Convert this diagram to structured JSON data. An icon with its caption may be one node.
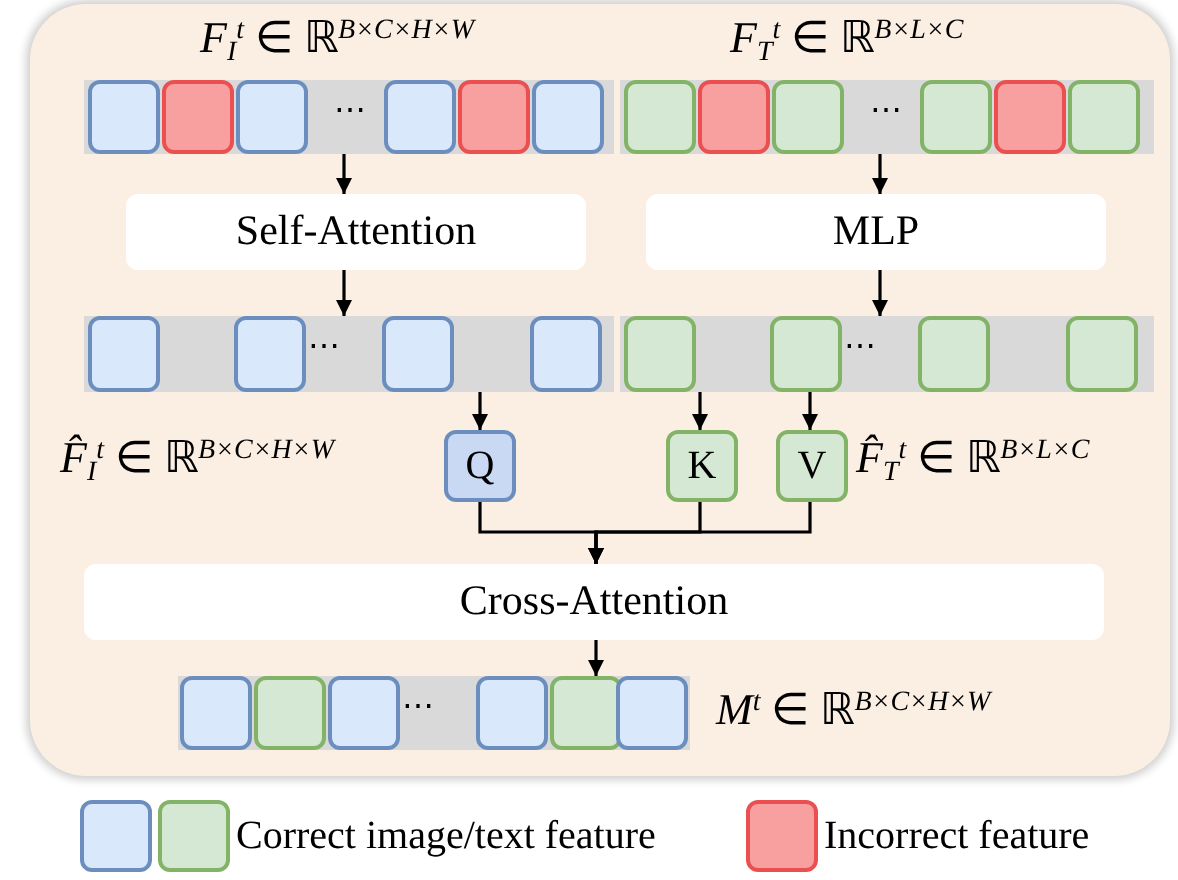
{
  "diagram": {
    "nodes": [
      {
        "text": [
          "⋯"
        ]
      },
      {
        "text": [
          "⋯"
        ]
      },
      {
        "text": [
          "Self-Attention"
        ]
      },
      {
        "text": [
          "MLP"
        ]
      },
      {
        "text": [
          "⋯"
        ]
      },
      {
        "text": [
          "⋯"
        ]
      },
      {
        "text": [
          "Q"
        ]
      },
      {
        "text": [
          "K"
        ]
      },
      {
        "text": [
          "V"
        ]
      },
      {
        "text": [
          "Cross-Attention"
        ]
      },
      {
        "text": [
          "⋯"
        ]
      }
    ],
    "edges": [
      {
        "from": 0,
        "to": 2,
        "arrow": "to"
      },
      {
        "from": 1,
        "to": 3,
        "arrow": "to"
      },
      {
        "from": 2,
        "to": 4,
        "arrow": "to"
      },
      {
        "from": 3,
        "to": 5,
        "arrow": "to"
      },
      {
        "from": 4,
        "to": 6,
        "arrow": "to"
      },
      {
        "from": 5,
        "to": 7,
        "arrow": "to"
      },
      {
        "from": 5,
        "to": 8,
        "arrow": "to"
      },
      {
        "from": 6,
        "to": 9,
        "arrow": "to"
      },
      {
        "from": 7,
        "to": 9,
        "arrow": "to"
      },
      {
        "from": 8,
        "to": 9,
        "arrow": "to"
      },
      {
        "from": 9,
        "to": 10,
        "arrow": "to"
      }
    ],
    "labels": [
      "*F*$_{I}$$^{t}$ ∈ ℝ$^{B×C×H×W}$",
      "*F*$_{T}$$^{t}$ ∈ ℝ$^{B×L×C}$",
      "*F̂*$_{I}$$^{t}$ ∈ ℝ$^{B×C×H×W}$",
      "*F̂*$_{T}$$^{t}$ ∈ ℝ$^{B×L×C}$",
      "*M*$^{t}$ ∈ ℝ$^{B×C×H×W}$"
    ],
    "legend": [
      {
        "text": "Correct image/text feature",
        "color": "#dae8fc"
      },
      {
        "text": "Incorrect feature",
        "color": "#f8a0a0"
      }
    ]
  }
}
